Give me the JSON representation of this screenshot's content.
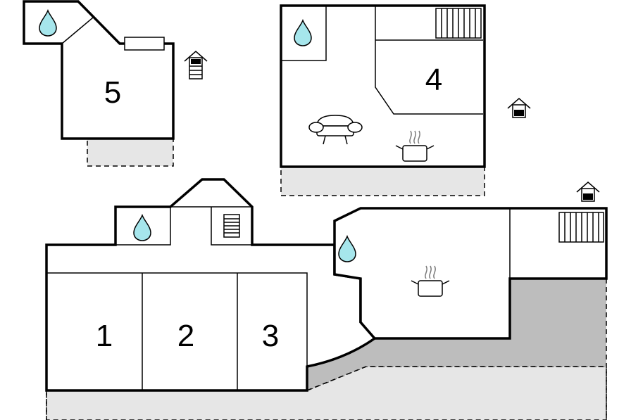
{
  "rooms": [
    {
      "label": "1"
    },
    {
      "label": "2"
    },
    {
      "label": "3"
    },
    {
      "label": "4"
    },
    {
      "label": "5"
    }
  ],
  "icons": [
    "water-drop-icon",
    "radiator-icon",
    "sofa-icon",
    "cooking-pot-icon",
    "house-entrance-icon",
    "staircase-icon"
  ],
  "colors": {
    "wall": "#000000",
    "terrace": "#e6e6e6",
    "terrace_dark": "#bdbdbd",
    "water": "#a6e6ec"
  }
}
